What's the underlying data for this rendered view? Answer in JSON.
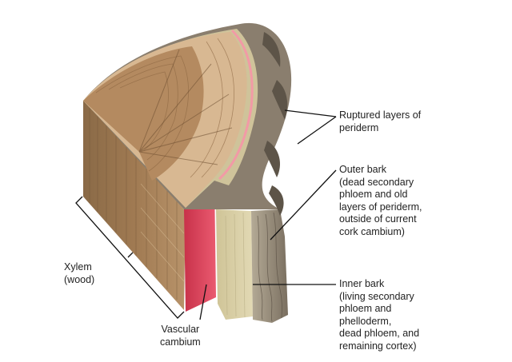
{
  "labels": {
    "xylem": [
      "Xylem",
      "(wood)"
    ],
    "vascular_cambium": [
      "Vascular",
      "cambium"
    ],
    "ruptured": [
      "Ruptured layers of",
      "periderm"
    ],
    "outer_bark": [
      "Outer bark",
      "(dead secondary",
      "phloem and old",
      "layers of periderm,",
      "outside of current",
      "cork cambium)"
    ],
    "inner_bark": [
      "Inner bark",
      "(living secondary",
      "phloem and",
      "phelloderm,",
      "dead phloem, and",
      "remaining cortex)"
    ]
  },
  "colors": {
    "heartwood": "#b48a60",
    "sapwood": "#d8b892",
    "cambium": "#e0475c",
    "cambium_edge": "#f29aa6",
    "inner_bark": "#dcd2aa",
    "outer_bark": "#8f8474",
    "bark_dark": "#5d5448",
    "leader": "#111111"
  }
}
